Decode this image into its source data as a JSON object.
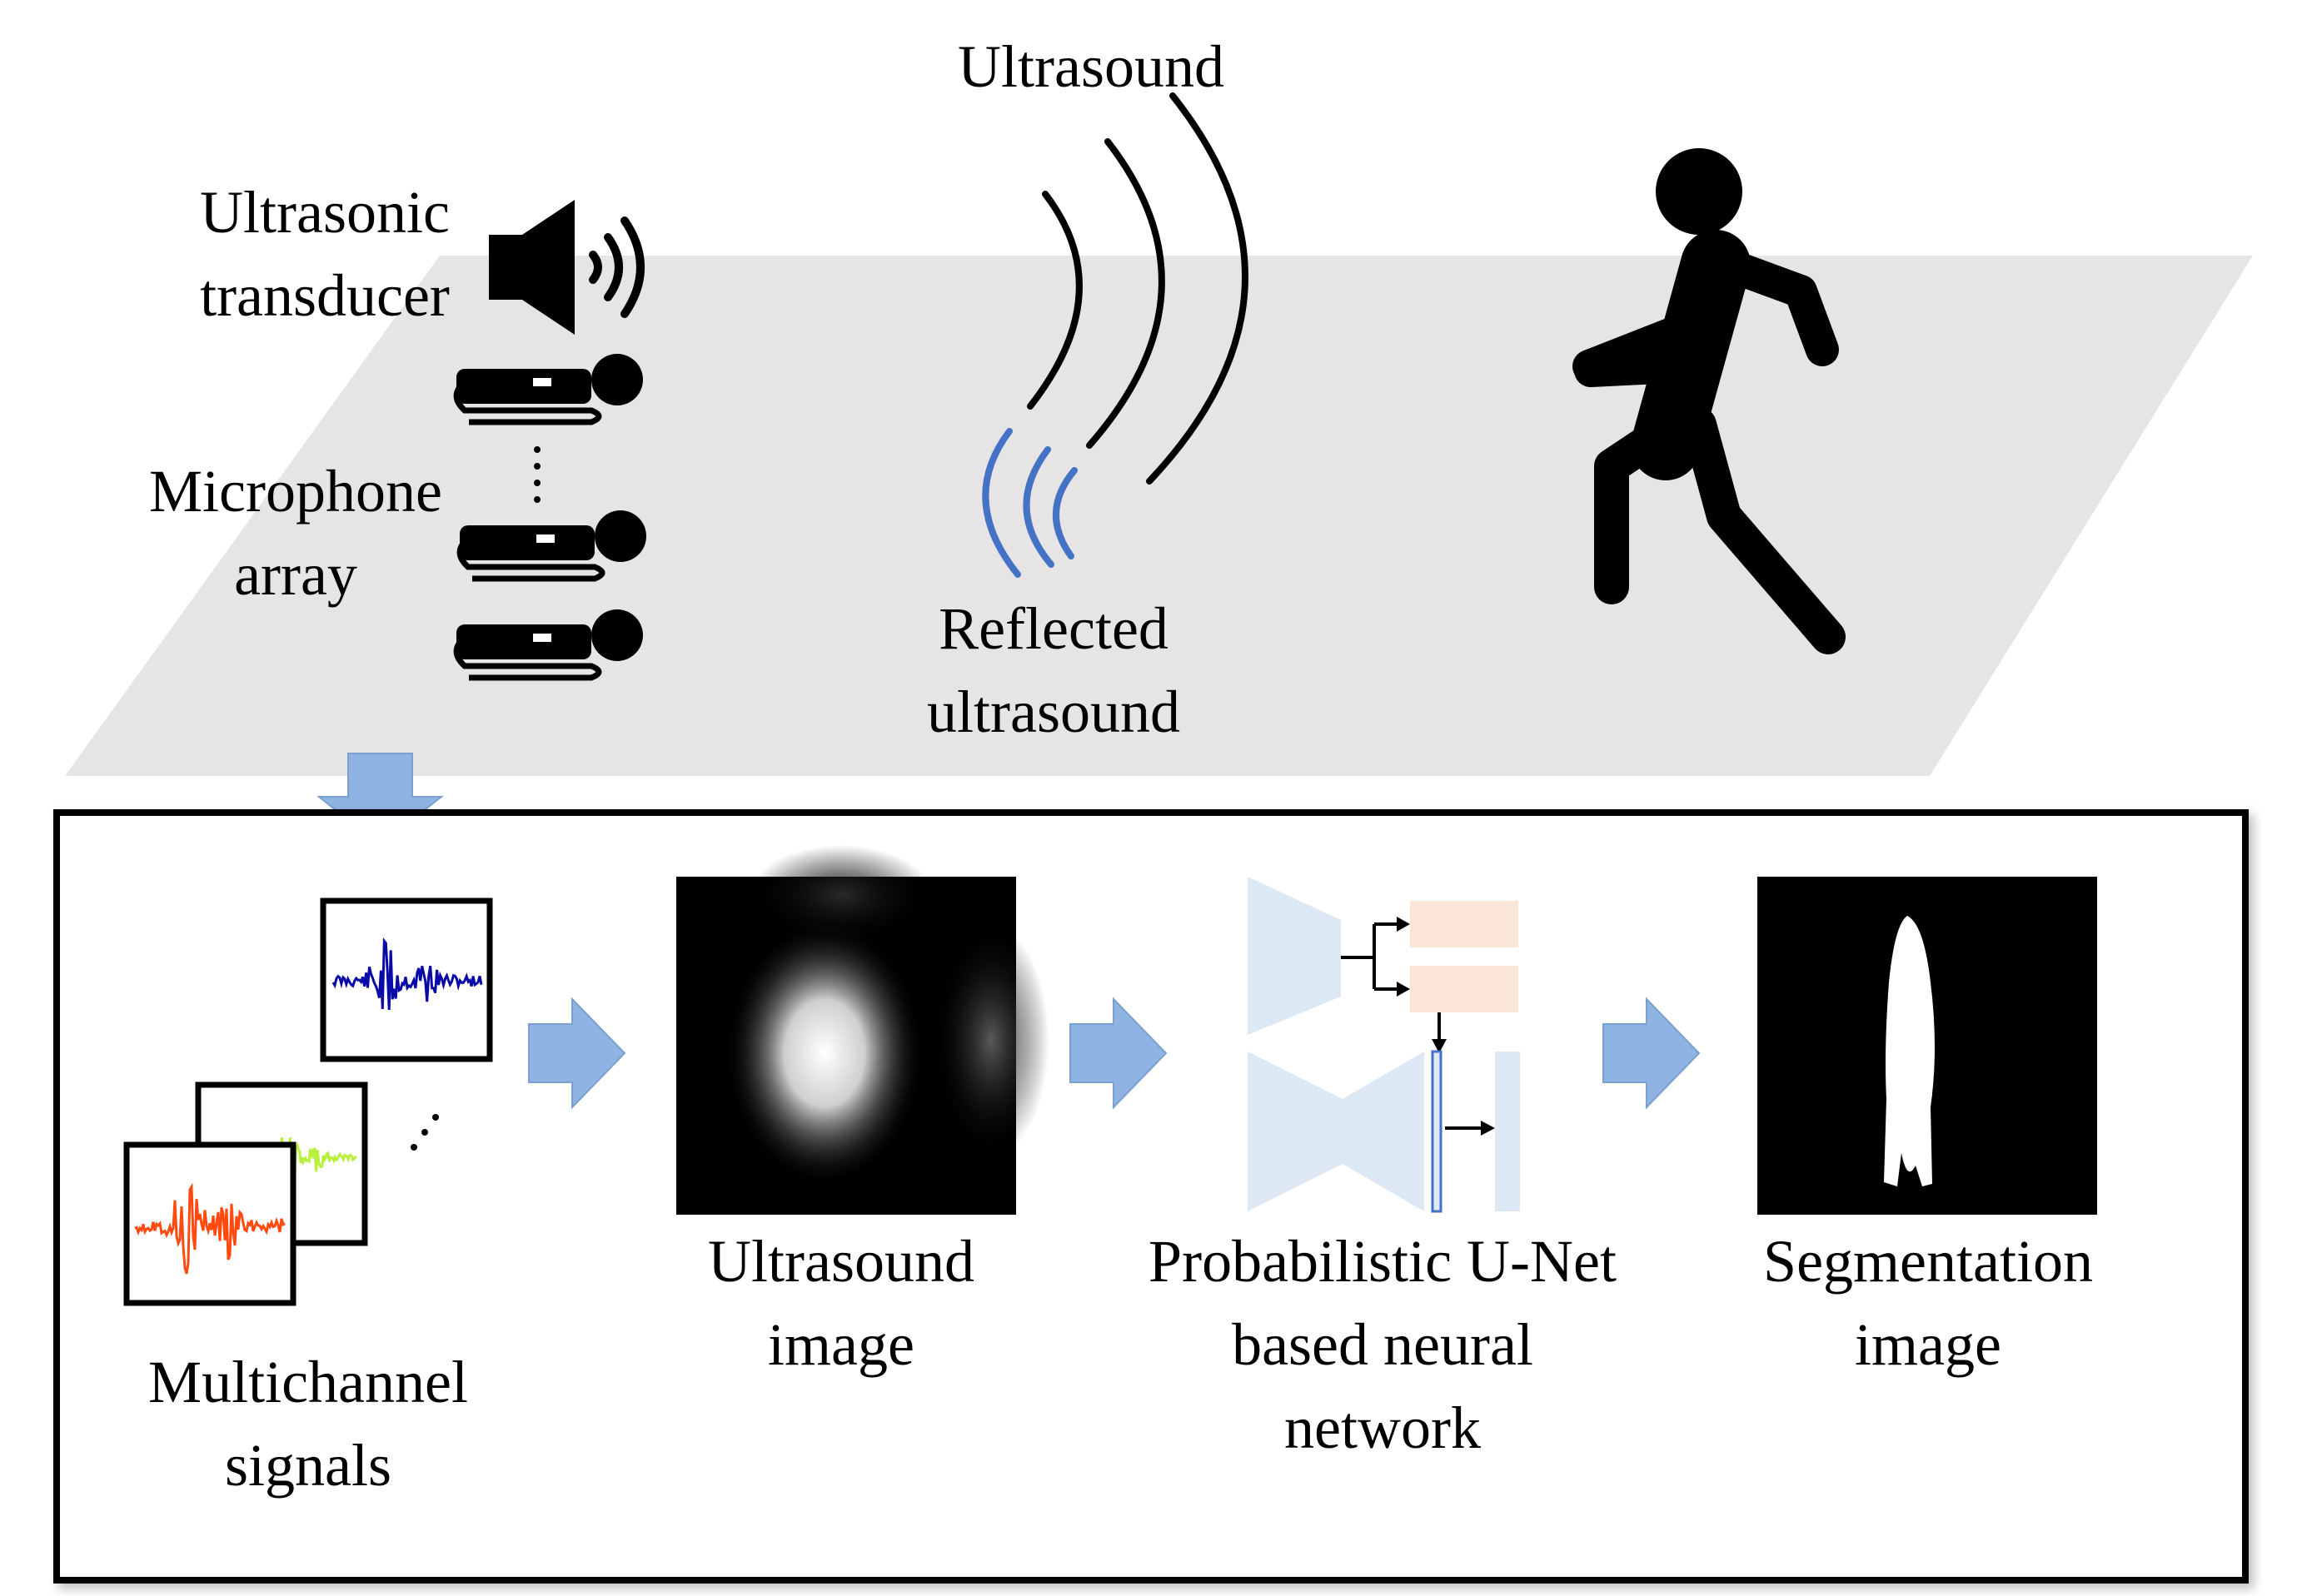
{
  "scene": {
    "ultrasound_label": "Ultrasound",
    "transducer_label": [
      "Ultrasonic",
      "transducer"
    ],
    "microphone_label": [
      "Microphone",
      "array"
    ],
    "reflected_label": [
      "Reflected",
      "ultrasound"
    ]
  },
  "pipeline": {
    "signals_label": [
      "Multichannel",
      "signals"
    ],
    "us_image_label": [
      "Ultrasound",
      "image"
    ],
    "network_label": [
      "Probabilistic U-Net",
      "based neural",
      "network"
    ],
    "seg_label": [
      "Segmentation",
      "image"
    ]
  },
  "icons": [
    "speaker-icon",
    "microphone-icon",
    "walking-person-icon",
    "arrow-icon"
  ],
  "colors": {
    "floor": "#e6e4e4",
    "arrow": "#8fb4e3",
    "reflected_wave": "#4472c4",
    "signal_blue": "#0a0aa8",
    "signal_green": "#b8f03c",
    "signal_red": "#ff4a10",
    "encoder": "#dce8f4",
    "latent": "#fbe5d6"
  }
}
